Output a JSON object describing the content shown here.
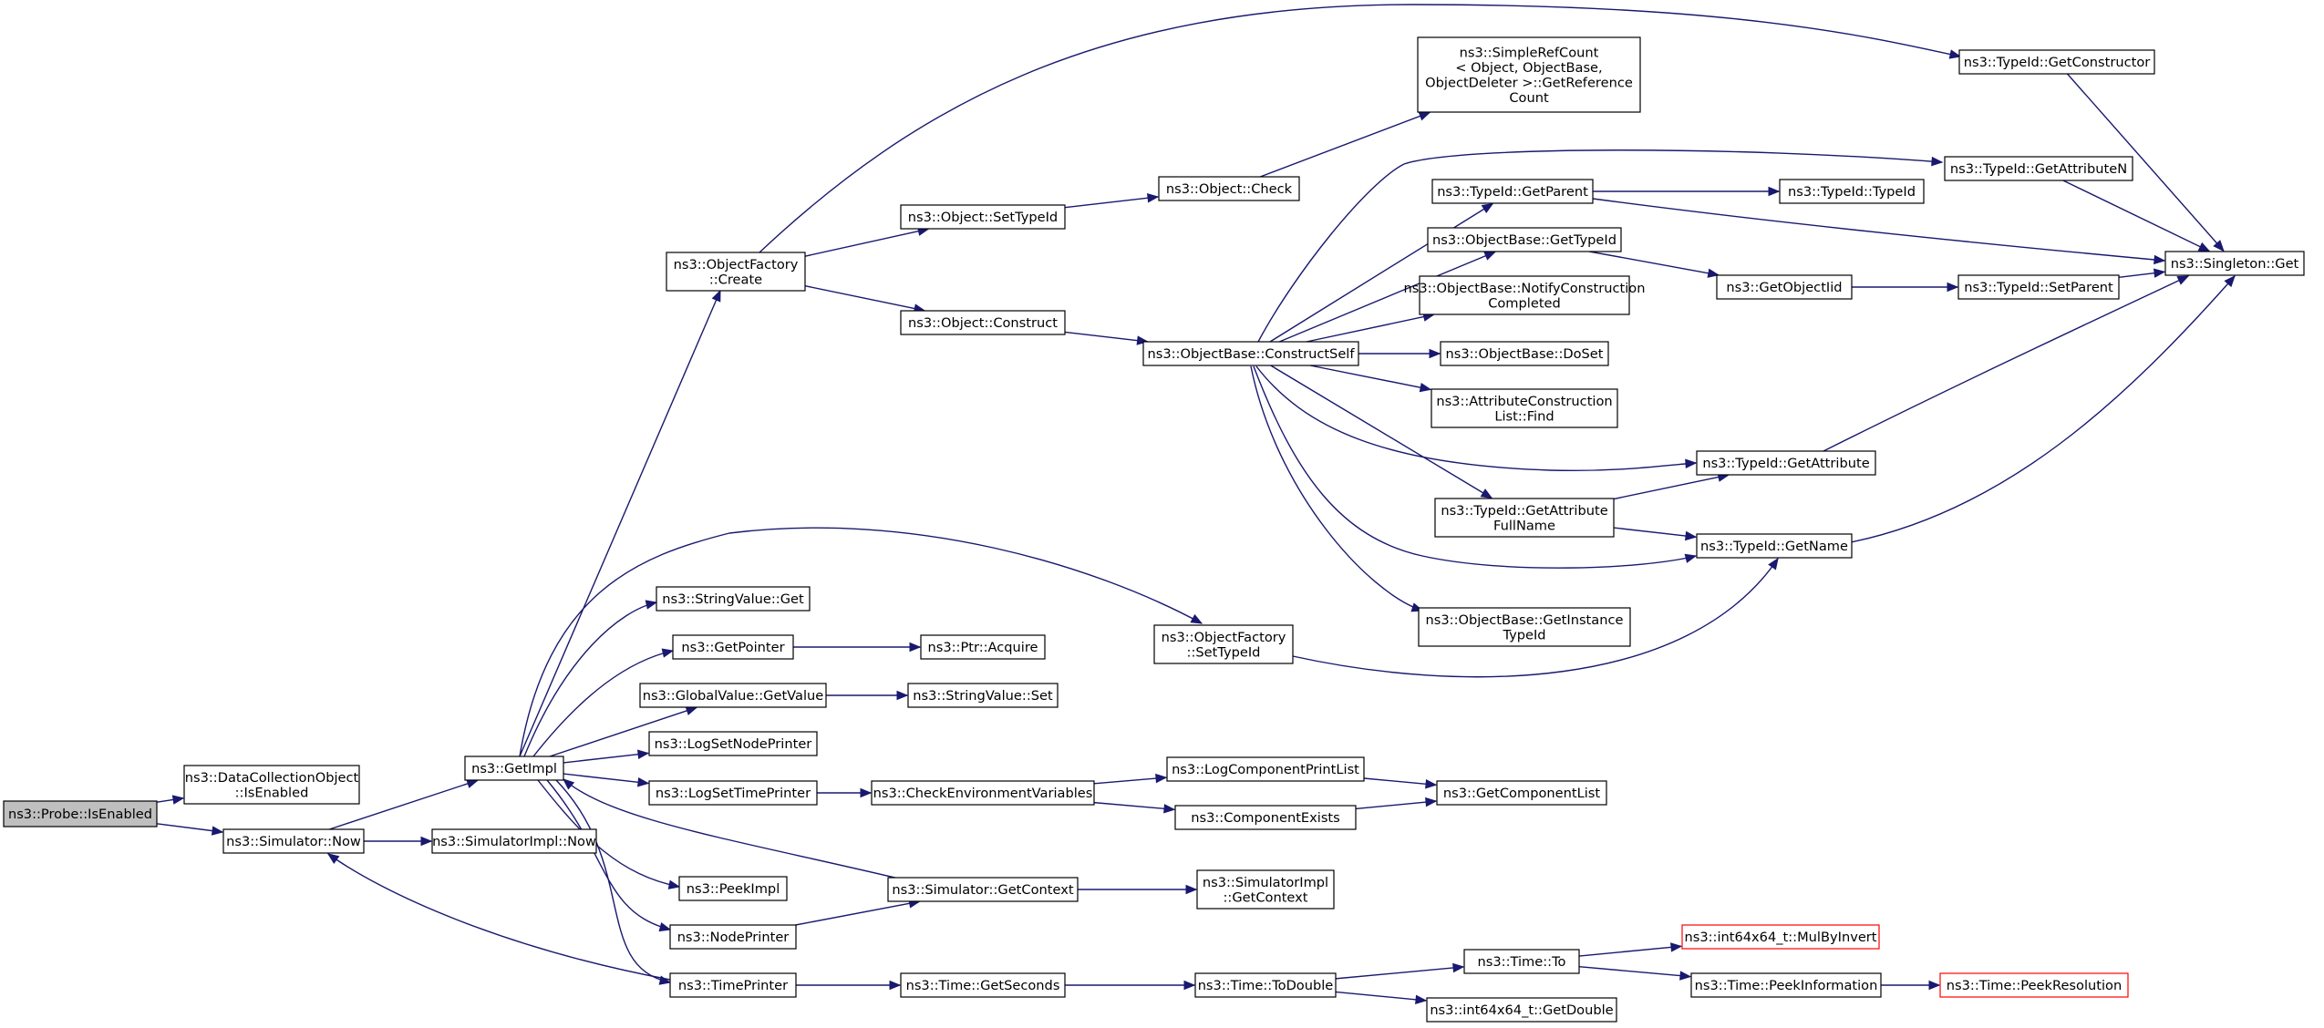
{
  "graph": {
    "colors": {
      "edge": "#191970",
      "node_border": "#000000",
      "root_fill": "#bfbfbf",
      "truncated_border": "#ff0000"
    },
    "nodes": [
      {
        "id": "probe_isenabled",
        "lines": [
          "ns3::Probe::IsEnabled"
        ],
        "style": "root"
      },
      {
        "id": "dco_isenabled",
        "lines": [
          "ns3::DataCollectionObject",
          "::IsEnabled"
        ]
      },
      {
        "id": "sim_now",
        "lines": [
          "ns3::Simulator::Now"
        ]
      },
      {
        "id": "simimpl_now",
        "lines": [
          "ns3::SimulatorImpl::Now"
        ]
      },
      {
        "id": "getimpl",
        "lines": [
          "ns3::GetImpl"
        ]
      },
      {
        "id": "of_create",
        "lines": [
          "ns3::ObjectFactory",
          "::Create"
        ]
      },
      {
        "id": "obj_settypeid",
        "lines": [
          "ns3::Object::SetTypeId"
        ]
      },
      {
        "id": "obj_construct",
        "lines": [
          "ns3::Object::Construct"
        ]
      },
      {
        "id": "obj_check",
        "lines": [
          "ns3::Object::Check"
        ]
      },
      {
        "id": "simplerefcount",
        "lines": [
          "ns3::SimpleRefCount",
          "< Object, ObjectBase,",
          "ObjectDeleter >::GetReference",
          "Count"
        ]
      },
      {
        "id": "typeid_getconstructor",
        "lines": [
          "ns3::TypeId::GetConstructor"
        ]
      },
      {
        "id": "typeid_getattributen",
        "lines": [
          "ns3::TypeId::GetAttributeN"
        ]
      },
      {
        "id": "singleton_get",
        "lines": [
          "ns3::Singleton::Get"
        ]
      },
      {
        "id": "ob_constructself",
        "lines": [
          "ns3::ObjectBase::ConstructSelf"
        ]
      },
      {
        "id": "typeid_getparent",
        "lines": [
          "ns3::TypeId::GetParent"
        ]
      },
      {
        "id": "typeid_typeid",
        "lines": [
          "ns3::TypeId::TypeId"
        ]
      },
      {
        "id": "ob_gettypeid",
        "lines": [
          "ns3::ObjectBase::GetTypeId"
        ]
      },
      {
        "id": "getobjectiid",
        "lines": [
          "ns3::GetObjectIid"
        ]
      },
      {
        "id": "typeid_setparent",
        "lines": [
          "ns3::TypeId::SetParent"
        ]
      },
      {
        "id": "ob_notify",
        "lines": [
          "ns3::ObjectBase::NotifyConstruction",
          "Completed"
        ]
      },
      {
        "id": "ob_doset",
        "lines": [
          "ns3::ObjectBase::DoSet"
        ]
      },
      {
        "id": "attr_find",
        "lines": [
          "ns3::AttributeConstruction",
          "List::Find"
        ]
      },
      {
        "id": "typeid_getattribute",
        "lines": [
          "ns3::TypeId::GetAttribute"
        ]
      },
      {
        "id": "typeid_getattrfullname",
        "lines": [
          "ns3::TypeId::GetAttribute",
          "FullName"
        ]
      },
      {
        "id": "typeid_getname",
        "lines": [
          "ns3::TypeId::GetName"
        ]
      },
      {
        "id": "ob_getinstancetypeid",
        "lines": [
          "ns3::ObjectBase::GetInstance",
          "TypeId"
        ]
      },
      {
        "id": "of_settypeid",
        "lines": [
          "ns3::ObjectFactory",
          "::SetTypeId"
        ]
      },
      {
        "id": "stringvalue_get",
        "lines": [
          "ns3::StringValue::Get"
        ]
      },
      {
        "id": "getpointer",
        "lines": [
          "ns3::GetPointer"
        ]
      },
      {
        "id": "ptr_acquire",
        "lines": [
          "ns3::Ptr::Acquire"
        ]
      },
      {
        "id": "globalvalue_getvalue",
        "lines": [
          "ns3::GlobalValue::GetValue"
        ]
      },
      {
        "id": "stringvalue_set",
        "lines": [
          "ns3::StringValue::Set"
        ]
      },
      {
        "id": "logsetnodeprinter",
        "lines": [
          "ns3::LogSetNodePrinter"
        ]
      },
      {
        "id": "logsettimeprinter",
        "lines": [
          "ns3::LogSetTimePrinter"
        ]
      },
      {
        "id": "checkenvvars",
        "lines": [
          "ns3::CheckEnvironmentVariables"
        ]
      },
      {
        "id": "logcomponentprintlist",
        "lines": [
          "ns3::LogComponentPrintList"
        ]
      },
      {
        "id": "componentexists",
        "lines": [
          "ns3::ComponentExists"
        ]
      },
      {
        "id": "getcomponentlist",
        "lines": [
          "ns3::GetComponentList"
        ]
      },
      {
        "id": "peekimpl",
        "lines": [
          "ns3::PeekImpl"
        ]
      },
      {
        "id": "sim_getcontext",
        "lines": [
          "ns3::Simulator::GetContext"
        ]
      },
      {
        "id": "simimpl_getcontext",
        "lines": [
          "ns3::SimulatorImpl",
          "::GetContext"
        ]
      },
      {
        "id": "nodeprinter",
        "lines": [
          "ns3::NodePrinter"
        ]
      },
      {
        "id": "timeprinter",
        "lines": [
          "ns3::TimePrinter"
        ]
      },
      {
        "id": "time_getseconds",
        "lines": [
          "ns3::Time::GetSeconds"
        ]
      },
      {
        "id": "time_todouble",
        "lines": [
          "ns3::Time::ToDouble"
        ]
      },
      {
        "id": "time_to",
        "lines": [
          "ns3::Time::To"
        ]
      },
      {
        "id": "int64x64_mulbyinvert",
        "lines": [
          "ns3::int64x64_t::MulByInvert"
        ],
        "style": "truncated"
      },
      {
        "id": "time_peekinformation",
        "lines": [
          "ns3::Time::PeekInformation"
        ]
      },
      {
        "id": "time_peekresolution",
        "lines": [
          "ns3::Time::PeekResolution"
        ],
        "style": "truncated"
      },
      {
        "id": "int64x64_getdouble",
        "lines": [
          "ns3::int64x64_t::GetDouble"
        ]
      }
    ],
    "edges": [
      {
        "from": "probe_isenabled",
        "to": "dco_isenabled"
      },
      {
        "from": "probe_isenabled",
        "to": "sim_now"
      },
      {
        "from": "sim_now",
        "to": "getimpl"
      },
      {
        "from": "sim_now",
        "to": "simimpl_now"
      },
      {
        "from": "getimpl",
        "to": "of_create"
      },
      {
        "from": "getimpl",
        "to": "of_settypeid"
      },
      {
        "from": "getimpl",
        "to": "stringvalue_get"
      },
      {
        "from": "getimpl",
        "to": "getpointer"
      },
      {
        "from": "getimpl",
        "to": "globalvalue_getvalue"
      },
      {
        "from": "getimpl",
        "to": "logsetnodeprinter"
      },
      {
        "from": "getimpl",
        "to": "logsettimeprinter"
      },
      {
        "from": "getimpl",
        "to": "peekimpl"
      },
      {
        "from": "getimpl",
        "to": "nodeprinter"
      },
      {
        "from": "getimpl",
        "to": "timeprinter"
      },
      {
        "from": "of_create",
        "to": "typeid_getconstructor"
      },
      {
        "from": "of_create",
        "to": "obj_settypeid"
      },
      {
        "from": "of_create",
        "to": "obj_construct"
      },
      {
        "from": "obj_settypeid",
        "to": "obj_check"
      },
      {
        "from": "obj_check",
        "to": "simplerefcount"
      },
      {
        "from": "obj_construct",
        "to": "ob_constructself"
      },
      {
        "from": "typeid_getconstructor",
        "to": "singleton_get"
      },
      {
        "from": "typeid_getattributen",
        "to": "singleton_get"
      },
      {
        "from": "ob_constructself",
        "to": "typeid_getattributen"
      },
      {
        "from": "ob_constructself",
        "to": "typeid_getparent"
      },
      {
        "from": "ob_constructself",
        "to": "ob_gettypeid"
      },
      {
        "from": "ob_constructself",
        "to": "ob_notify"
      },
      {
        "from": "ob_constructself",
        "to": "ob_doset"
      },
      {
        "from": "ob_constructself",
        "to": "attr_find"
      },
      {
        "from": "ob_constructself",
        "to": "typeid_getattribute"
      },
      {
        "from": "ob_constructself",
        "to": "typeid_getattrfullname"
      },
      {
        "from": "ob_constructself",
        "to": "typeid_getname"
      },
      {
        "from": "ob_constructself",
        "to": "ob_getinstancetypeid"
      },
      {
        "from": "typeid_getparent",
        "to": "typeid_typeid"
      },
      {
        "from": "typeid_getparent",
        "to": "singleton_get"
      },
      {
        "from": "ob_gettypeid",
        "to": "getobjectiid"
      },
      {
        "from": "getobjectiid",
        "to": "typeid_setparent"
      },
      {
        "from": "typeid_setparent",
        "to": "singleton_get"
      },
      {
        "from": "typeid_getattribute",
        "to": "singleton_get"
      },
      {
        "from": "typeid_getattrfullname",
        "to": "typeid_getattribute"
      },
      {
        "from": "typeid_getattrfullname",
        "to": "typeid_getname"
      },
      {
        "from": "typeid_getname",
        "to": "singleton_get"
      },
      {
        "from": "of_settypeid",
        "to": "typeid_getname"
      },
      {
        "from": "getpointer",
        "to": "ptr_acquire"
      },
      {
        "from": "globalvalue_getvalue",
        "to": "stringvalue_set"
      },
      {
        "from": "logsettimeprinter",
        "to": "checkenvvars"
      },
      {
        "from": "checkenvvars",
        "to": "logcomponentprintlist"
      },
      {
        "from": "checkenvvars",
        "to": "componentexists"
      },
      {
        "from": "logcomponentprintlist",
        "to": "getcomponentlist"
      },
      {
        "from": "componentexists",
        "to": "getcomponentlist"
      },
      {
        "from": "sim_getcontext",
        "to": "getimpl"
      },
      {
        "from": "sim_getcontext",
        "to": "simimpl_getcontext"
      },
      {
        "from": "nodeprinter",
        "to": "sim_getcontext"
      },
      {
        "from": "timeprinter",
        "to": "sim_now"
      },
      {
        "from": "timeprinter",
        "to": "time_getseconds"
      },
      {
        "from": "time_getseconds",
        "to": "time_todouble"
      },
      {
        "from": "time_todouble",
        "to": "time_to"
      },
      {
        "from": "time_todouble",
        "to": "int64x64_getdouble"
      },
      {
        "from": "time_to",
        "to": "int64x64_mulbyinvert"
      },
      {
        "from": "time_to",
        "to": "time_peekinformation"
      },
      {
        "from": "time_peekinformation",
        "to": "time_peekresolution"
      }
    ]
  }
}
